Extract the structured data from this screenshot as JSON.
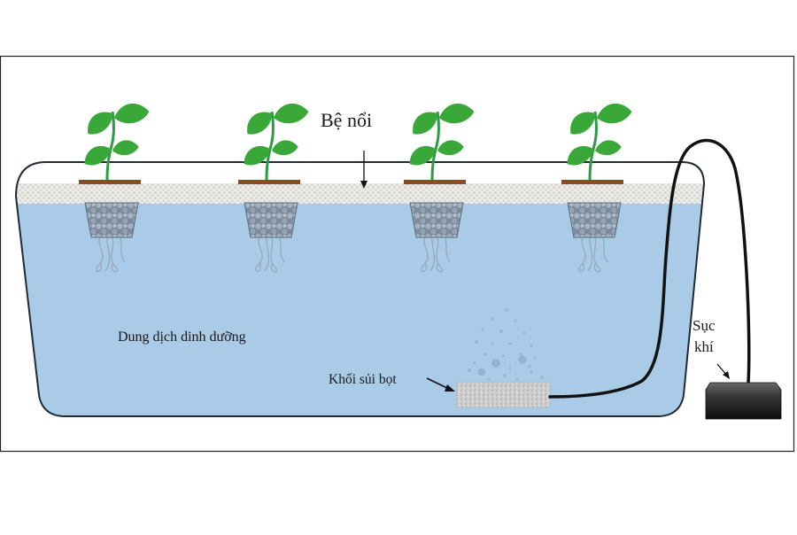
{
  "diagram": {
    "title": "Hydroponic deep water culture system",
    "labels": {
      "float_raft": "Bệ nổi",
      "nutrient_solution": "Dung dịch dinh dưỡng",
      "air_stone": "Khối sủi bọt",
      "aeration_line1": "Sục",
      "aeration_line2": "khí"
    },
    "plants": [
      {
        "name": "plant-1"
      },
      {
        "name": "plant-2"
      },
      {
        "name": "plant-3"
      },
      {
        "name": "plant-4"
      }
    ],
    "colors": {
      "water": "#a9cbe8",
      "leaf": "#3aa838",
      "leaf_dark": "#2c8a2e",
      "stem": "#2e9a46",
      "raft": "#e4e2de",
      "cup_rim": "#8a4a22",
      "net_pot": "#6f7f90",
      "pump": "#2a2a2a",
      "tube": "#111111",
      "outline": "#1f2a36"
    }
  }
}
